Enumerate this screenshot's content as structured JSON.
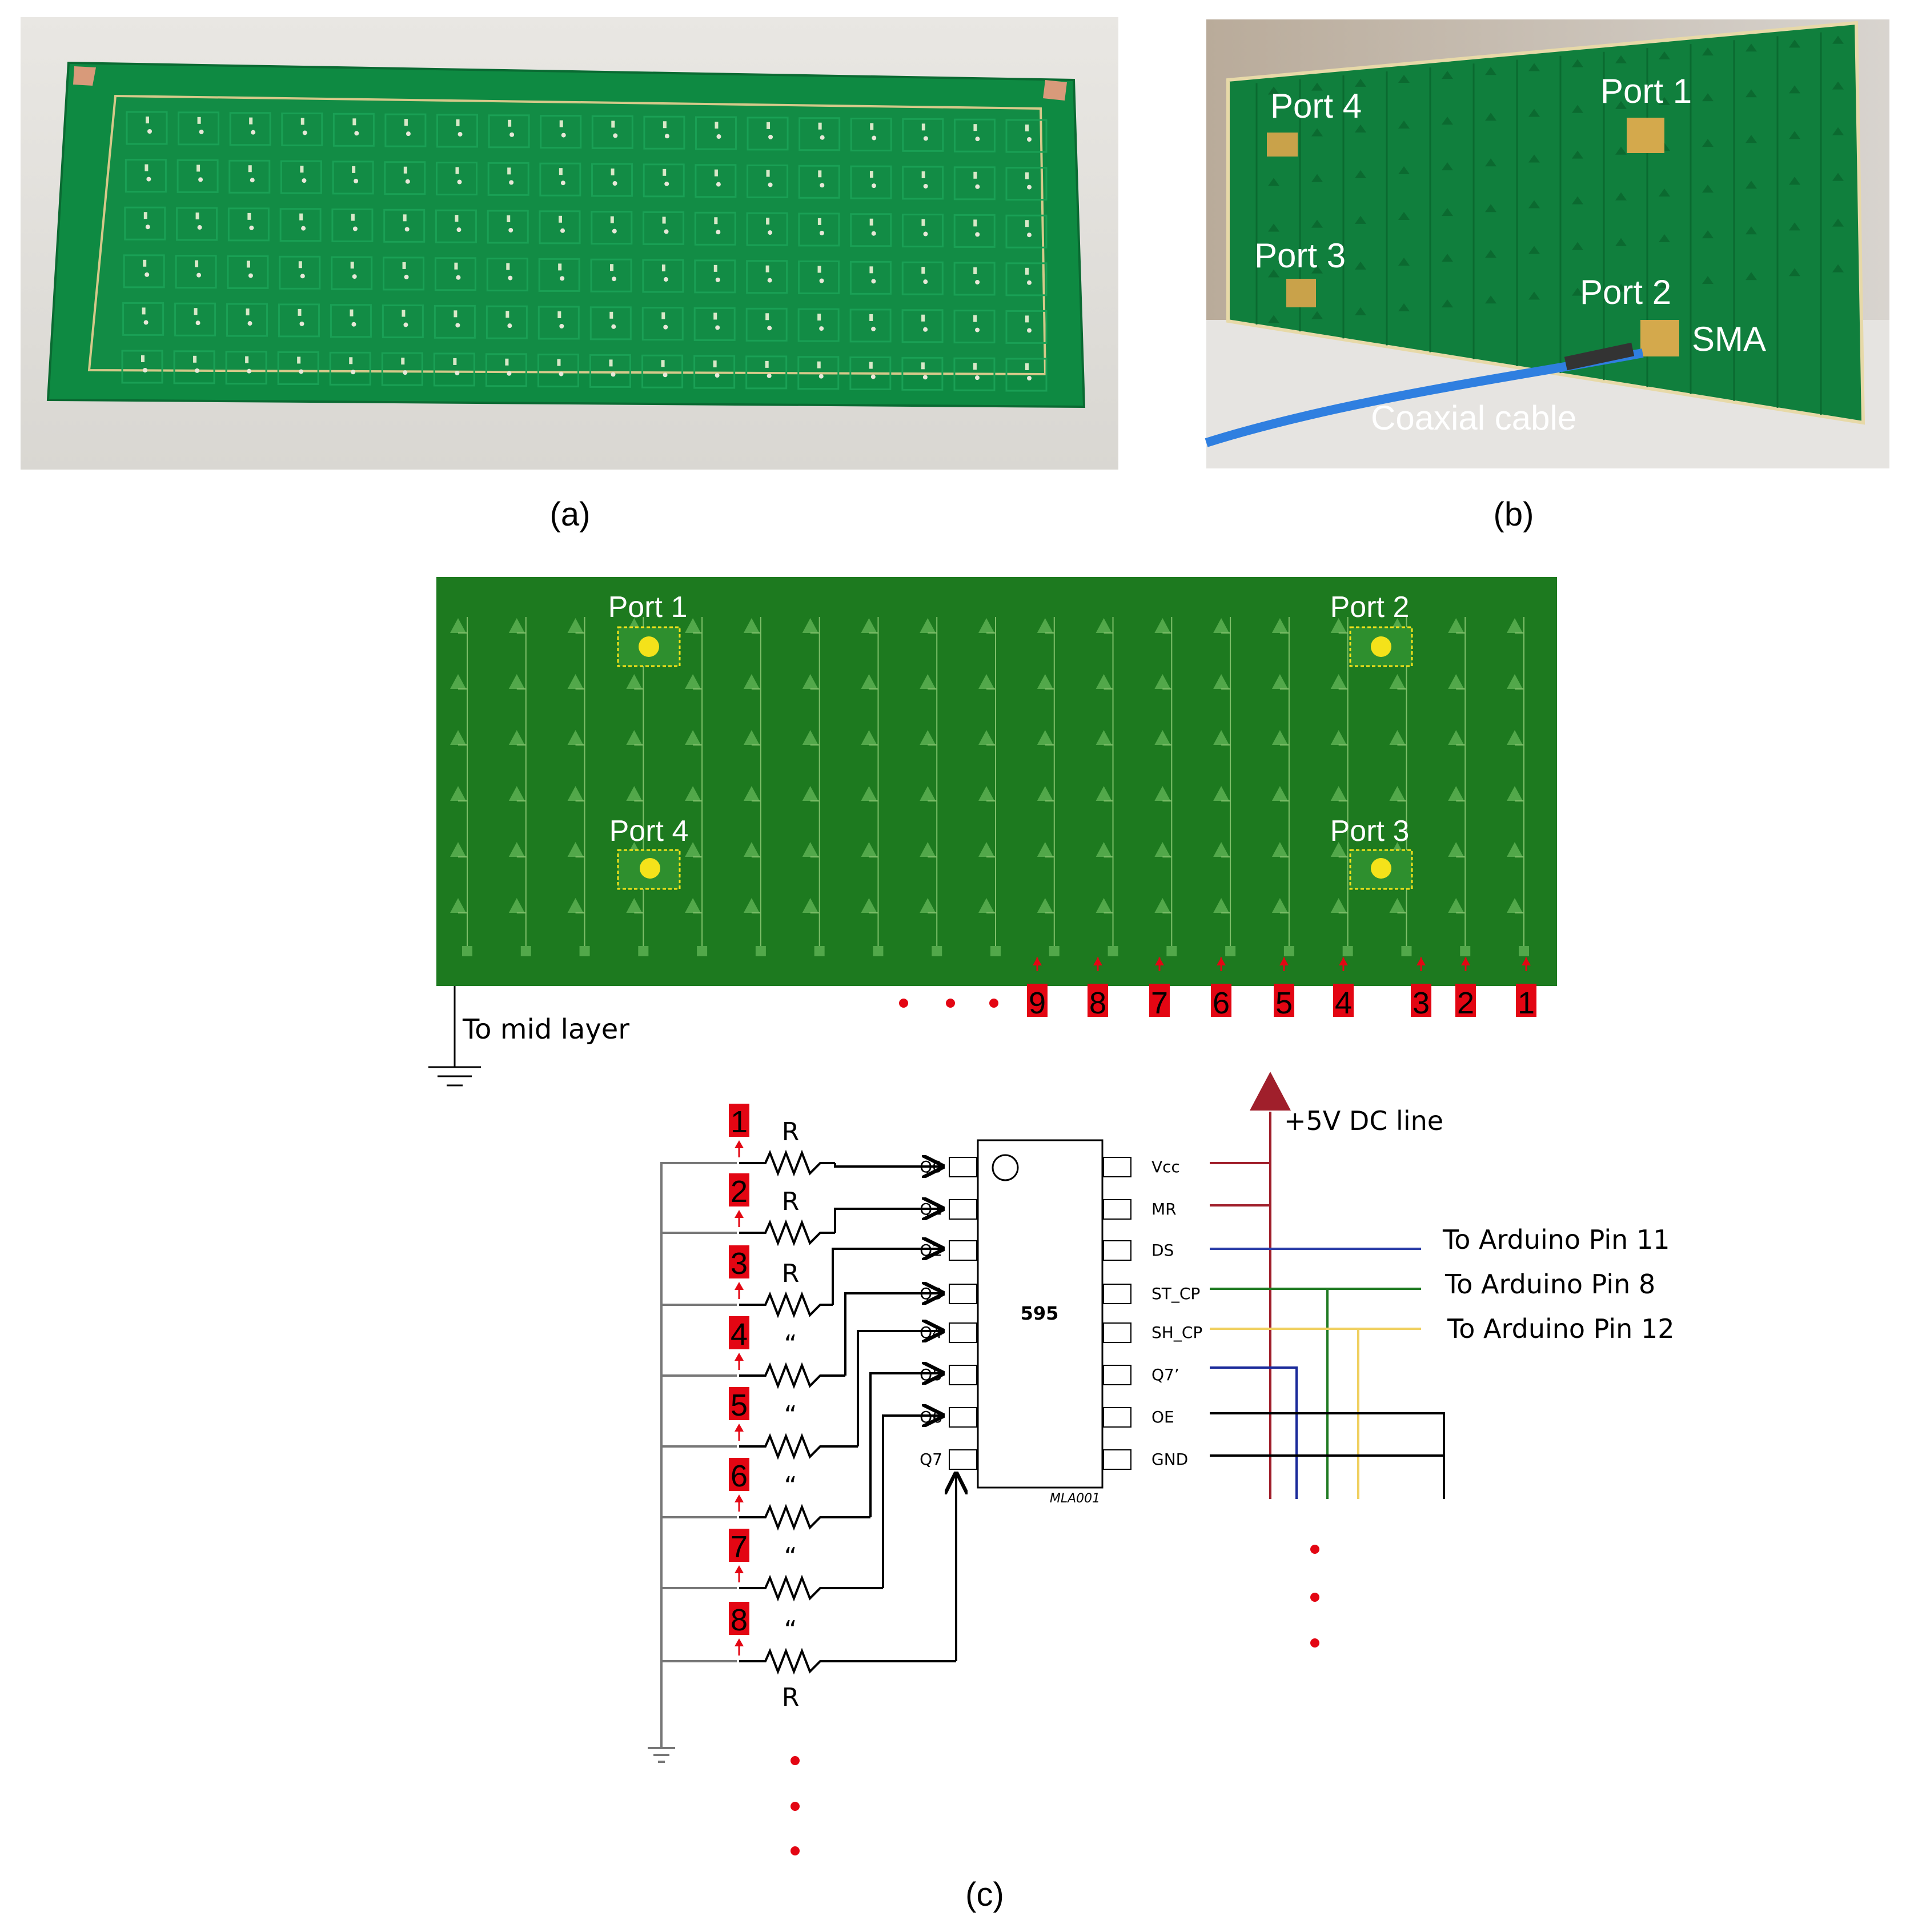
{
  "captions": {
    "a": "(a)",
    "b": "(b)",
    "c": "(c)"
  },
  "photo_b": {
    "port1": "Port 1",
    "port2": "Port 2",
    "port3": "Port 3",
    "port4": "Port 4",
    "sma": "SMA",
    "cable": "Coaxial cable"
  },
  "layout_c": {
    "port1": "Port 1",
    "port2": "Port 2",
    "port3": "Port 3",
    "port4": "Port 4",
    "to_mid_layer": "To mid layer",
    "column_numbers": [
      "9",
      "8",
      "7",
      "6",
      "5",
      "4",
      "3",
      "2",
      "1"
    ]
  },
  "schematic": {
    "row_numbers": [
      "1",
      "2",
      "3",
      "4",
      "5",
      "6",
      "7",
      "8"
    ],
    "resistor_labels": [
      "R",
      "R",
      "R",
      "“",
      "“",
      "“",
      "“",
      "“"
    ],
    "resistor_bottom_label": "R",
    "left_pins": [
      "Q0",
      "Q1",
      "Q2",
      "Q3",
      "Q4",
      "Q5",
      "Q6",
      "Q7"
    ],
    "right_pins": [
      "Vcc",
      "MR",
      "DS",
      "ST_CP",
      "SH_CP",
      "Q7’",
      "OE",
      "GND"
    ],
    "chip_label": "595",
    "chip_code": "MLA001",
    "dc_line": "+5V DC line",
    "arduino": [
      "To Arduino Pin 11",
      "To Arduino Pin 8",
      "To Arduino Pin 12"
    ]
  },
  "colors": {
    "pcb_green": "#0e7a3a",
    "layout_green": "#1d7a1f",
    "marker_red": "#e30613",
    "vcc_line": "#a01f2b",
    "ds_line": "#2b3ea8",
    "st_line": "#1f7a22",
    "sh_line": "#f0d060",
    "port_yellow": "#f4e21a"
  }
}
